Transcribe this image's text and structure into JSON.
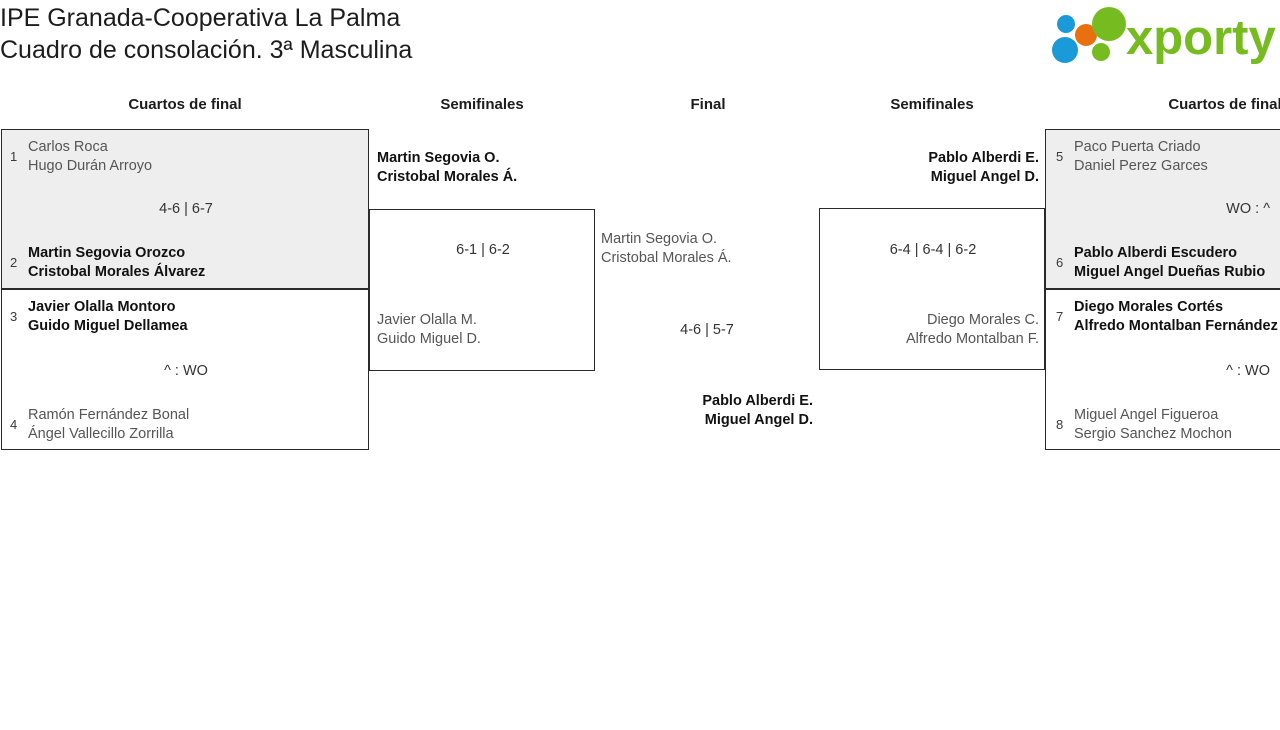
{
  "header": {
    "title_line_1": "IPE Granada-Cooperativa La Palma",
    "title_line_2": "Cuadro de consolación. 3ª Masculina",
    "logo_text": "xporty",
    "logo_colors": {
      "blue": "#1a9ad8",
      "orange": "#e8700f",
      "green": "#76bc21"
    }
  },
  "columns": {
    "qf_left": "Cuartos de final",
    "sf_left": "Semifinales",
    "final": "Final",
    "sf_right": "Semifinales",
    "qf_right": "Cuartos de final"
  },
  "bracket": {
    "quarterfinals_left": [
      {
        "score": "4-6 | 6-7",
        "top": {
          "seed": "1",
          "result": "loser",
          "player_1": "Carlos Roca",
          "player_2": "Hugo Durán Arroyo"
        },
        "bottom": {
          "seed": "2",
          "result": "winner",
          "player_1": "Martin Segovia Orozco",
          "player_2": "Cristobal Morales Álvarez"
        }
      },
      {
        "score": "^ : WO",
        "top": {
          "seed": "3",
          "result": "winner",
          "player_1": "Javier Olalla Montoro",
          "player_2": "Guido Miguel Dellamea"
        },
        "bottom": {
          "seed": "4",
          "result": "loser",
          "player_1": "Ramón Fernández Bonal",
          "player_2": "Ángel Vallecillo Zorrilla"
        }
      }
    ],
    "semifinal_left": {
      "score": "6-1 | 6-2",
      "top": {
        "result": "winner",
        "player_1": "Martin Segovia O.",
        "player_2": "Cristobal Morales Á."
      },
      "bottom": {
        "result": "loser",
        "player_1": "Javier Olalla M.",
        "player_2": "Guido Miguel D."
      }
    },
    "final": {
      "score": "4-6 | 5-7",
      "top": {
        "result": "loser",
        "player_1": "Martin Segovia O.",
        "player_2": "Cristobal Morales Á."
      },
      "bottom": {
        "result": "winner",
        "player_1": "Pablo Alberdi E.",
        "player_2": "Miguel Angel D."
      }
    },
    "semifinal_right": {
      "score": "6-4 | 6-4 | 6-2",
      "top": {
        "result": "winner",
        "player_1": "Pablo Alberdi E.",
        "player_2": "Miguel Angel D."
      },
      "bottom": {
        "result": "loser",
        "player_1": "Diego Morales C.",
        "player_2": "Alfredo Montalban F."
      }
    },
    "quarterfinals_right": [
      {
        "score": "WO : ^",
        "top": {
          "seed": "5",
          "result": "loser",
          "player_1": "Paco Puerta Criado",
          "player_2": "Daniel Perez Garces"
        },
        "bottom": {
          "seed": "6",
          "result": "winner",
          "player_1": "Pablo Alberdi Escudero",
          "player_2": "Miguel Angel Dueñas Rubio"
        }
      },
      {
        "score": "^ : WO",
        "top": {
          "seed": "7",
          "result": "winner",
          "player_1": "Diego Morales Cortés",
          "player_2": "Alfredo Montalban Fernández"
        },
        "bottom": {
          "seed": "8",
          "result": "loser",
          "player_1": "Miguel Angel Figueroa",
          "player_2": "Sergio Sanchez Mochon"
        }
      }
    ]
  }
}
